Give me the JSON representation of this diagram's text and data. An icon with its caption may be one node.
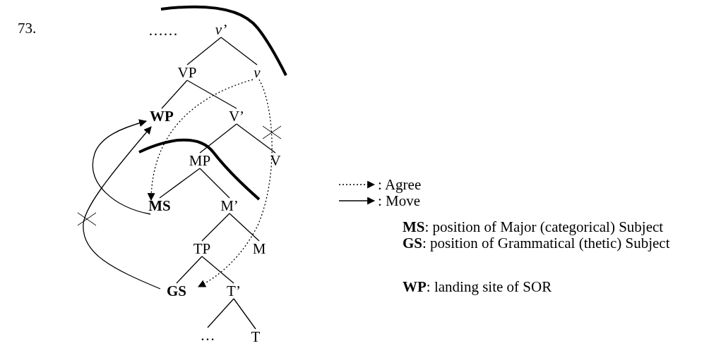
{
  "diagram": {
    "nodes": [
      {
        "text": [
          "v’"
        ]
      },
      {
        "text": [
          "VP"
        ]
      },
      {
        "text": [
          "v"
        ]
      },
      {
        "text": [
          "WP"
        ]
      },
      {
        "text": [
          "V’"
        ]
      },
      {
        "text": [
          "MP"
        ]
      },
      {
        "text": [
          "V"
        ]
      },
      {
        "text": [
          "MS"
        ]
      },
      {
        "text": [
          "M’"
        ]
      },
      {
        "text": [
          "TP"
        ]
      },
      {
        "text": [
          "M"
        ]
      },
      {
        "text": [
          "GS"
        ]
      },
      {
        "text": [
          "T’"
        ]
      },
      {
        "text": [
          "…"
        ]
      },
      {
        "text": [
          "T"
        ]
      }
    ],
    "edges": [
      {
        "from": 0,
        "to": 1,
        "arrow": "none"
      },
      {
        "from": 0,
        "to": 2,
        "arrow": "none"
      },
      {
        "from": 1,
        "to": 3,
        "arrow": "none"
      },
      {
        "from": 1,
        "to": 4,
        "arrow": "none"
      },
      {
        "from": 4,
        "to": 5,
        "arrow": "none"
      },
      {
        "from": 4,
        "to": 6,
        "arrow": "none"
      },
      {
        "from": 5,
        "to": 7,
        "arrow": "none"
      },
      {
        "from": 5,
        "to": 8,
        "arrow": "none"
      },
      {
        "from": 8,
        "to": 9,
        "arrow": "none"
      },
      {
        "from": 8,
        "to": 10,
        "arrow": "none"
      },
      {
        "from": 9,
        "to": 11,
        "arrow": "none"
      },
      {
        "from": 9,
        "to": 12,
        "arrow": "none"
      },
      {
        "from": 12,
        "to": 13,
        "arrow": "none"
      },
      {
        "from": 12,
        "to": 14,
        "arrow": "none"
      },
      {
        "from": 2,
        "to": 7,
        "arrow": "to",
        "style": "dashed"
      },
      {
        "from": 2,
        "to": 11,
        "arrow": "to",
        "style": "dashed"
      },
      {
        "from": 7,
        "to": 3,
        "arrow": "to"
      },
      {
        "from": 11,
        "to": 3,
        "arrow": "to"
      }
    ],
    "labels": [
      "73.",
      "……",
      "**MS**: position of Major (categorical) Subject",
      "**GS**: position of Grammatical (thetic) Subject",
      "**WP**: landing site of SOR"
    ],
    "legend": [
      {
        "text": ": Agree"
      },
      {
        "text": ": Move"
      }
    ]
  }
}
